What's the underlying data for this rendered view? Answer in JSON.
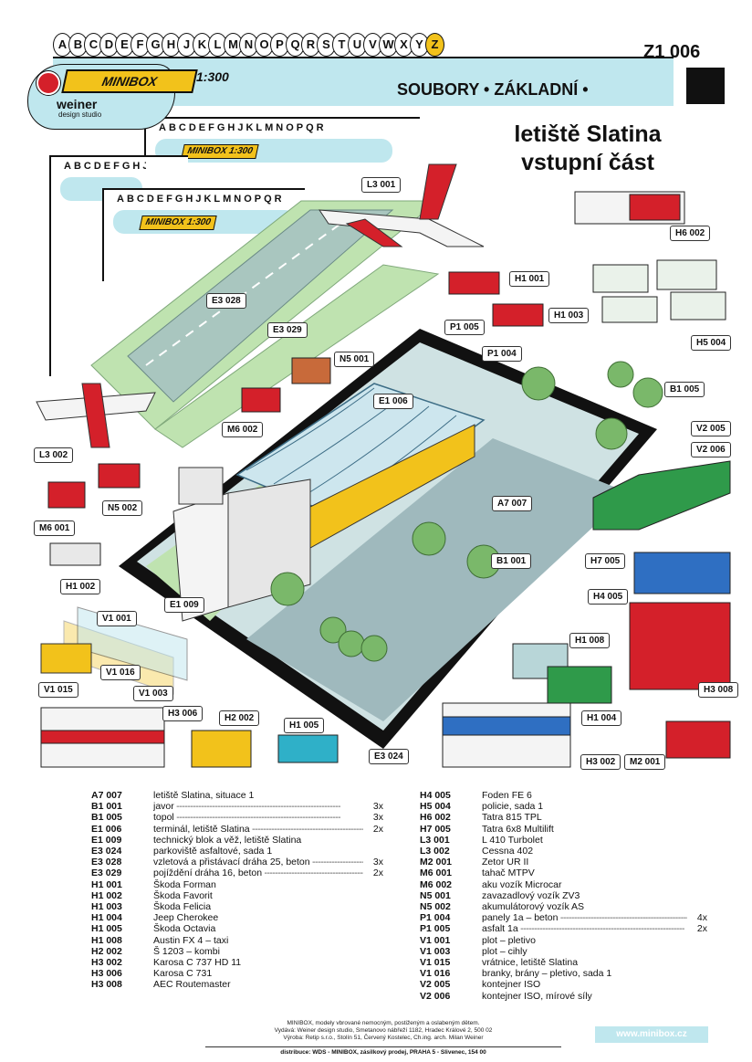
{
  "header": {
    "alphabet": [
      "A",
      "B",
      "C",
      "D",
      "E",
      "F",
      "G",
      "H",
      "J",
      "K",
      "L",
      "M",
      "N",
      "O",
      "P",
      "Q",
      "R",
      "S",
      "T",
      "U",
      "V",
      "W",
      "X",
      "Y",
      "Z"
    ],
    "brand": "MINIBOX",
    "scale": "1:300",
    "studio": "weiner",
    "studio_sub": "design studio",
    "series": "SOUBORY • ZÁKLADNÍ •",
    "code": "Z1 006"
  },
  "subsheets": {
    "alpha": "ABCDEFGHJKLMNOPQR",
    "brand": "MINIBOX 1:300"
  },
  "title": {
    "line1": "letiště Slatina",
    "line2": "vstupní část"
  },
  "tags": {
    "L3_001": "L3 001",
    "H6_002": "H6 002",
    "H1_001": "H1 001",
    "H1_003": "H1 003",
    "H5_004": "H5 004",
    "E3_028": "E3 028",
    "E3_029": "E3 029",
    "P1_005": "P1 005",
    "P1_004": "P1 004",
    "N5_001": "N5 001",
    "B1_005": "B1 005",
    "E1_006": "E1 006",
    "V2_005": "V2 005",
    "V2_006": "V2 006",
    "M6_002": "M6 002",
    "L3_002": "L3 002",
    "N5_002": "N5 002",
    "M6_001": "M6 001",
    "A7_007": "A7 007",
    "H7_005": "H7 005",
    "B1_001": "B1 001",
    "H1_002": "H1 002",
    "H4_005": "H4 005",
    "E1_009": "E1 009",
    "V1_001": "V1 001",
    "H1_008": "H1 008",
    "V1_016": "V1 016",
    "V1_015": "V1 015",
    "V1_003": "V1 003",
    "H3_008": "H3 008",
    "H1_004": "H1 004",
    "H3_006": "H3 006",
    "H2_002": "H2 002",
    "H1_005": "H1 005",
    "E3_024": "E3 024",
    "H3_002": "H3 002",
    "M2_001": "M2 001"
  },
  "list_left": [
    {
      "code": "A7 007",
      "name": "letiště Slatina, situace 1",
      "qty": ""
    },
    {
      "code": "B1 001",
      "name": "javor",
      "qty": "3x"
    },
    {
      "code": "B1 005",
      "name": "topol",
      "qty": "3x"
    },
    {
      "code": "E1 006",
      "name": "terminál, letiště Slatina",
      "qty": "2x"
    },
    {
      "code": "E1 009",
      "name": "technický blok a věž, letiště Slatina",
      "qty": ""
    },
    {
      "code": "E3 024",
      "name": "parkoviště asfaltové, sada 1",
      "qty": ""
    },
    {
      "code": "E3 028",
      "name": "vzletová a přistávací dráha 25, beton",
      "qty": "3x"
    },
    {
      "code": "E3 029",
      "name": "pojíždění dráha 16, beton",
      "qty": "2x"
    },
    {
      "code": "H1 001",
      "name": "Škoda Forman",
      "qty": ""
    },
    {
      "code": "H1 002",
      "name": "Škoda Favorit",
      "qty": ""
    },
    {
      "code": "H1 003",
      "name": "Škoda Felicia",
      "qty": ""
    },
    {
      "code": "H1 004",
      "name": "Jeep  Cherokee",
      "qty": ""
    },
    {
      "code": "H1 005",
      "name": "Škoda Octavia",
      "qty": ""
    },
    {
      "code": "H1 008",
      "name": "Austin FX 4 – taxi",
      "qty": ""
    },
    {
      "code": "H2 002",
      "name": "Š 1203 – kombi",
      "qty": ""
    },
    {
      "code": "H3 002",
      "name": "Karosa C 737 HD 11",
      "qty": ""
    },
    {
      "code": "H3 006",
      "name": "Karosa C 731",
      "qty": ""
    },
    {
      "code": "H3 008",
      "name": "AEC Routemaster",
      "qty": ""
    }
  ],
  "list_right": [
    {
      "code": "H4 005",
      "name": "Foden FE 6",
      "qty": ""
    },
    {
      "code": "H5 004",
      "name": "policie, sada 1",
      "qty": ""
    },
    {
      "code": "H6 002",
      "name": "Tatra 815 TPL",
      "qty": ""
    },
    {
      "code": "H7 005",
      "name": "Tatra 6x8 Multilift",
      "qty": ""
    },
    {
      "code": "L3 001",
      "name": "L 410 Turbolet",
      "qty": ""
    },
    {
      "code": "L3 002",
      "name": "Cessna 402",
      "qty": ""
    },
    {
      "code": "M2 001",
      "name": "Zetor UR II",
      "qty": ""
    },
    {
      "code": "M6 001",
      "name": "tahač MTPV",
      "qty": ""
    },
    {
      "code": "M6 002",
      "name": "aku vozík Microcar",
      "qty": ""
    },
    {
      "code": "N5 001",
      "name": "zavazadlový vozík ZV3",
      "qty": ""
    },
    {
      "code": "N5 002",
      "name": "akumulátorový vozík AS",
      "qty": ""
    },
    {
      "code": "P1 004",
      "name": "panely 1a – beton",
      "qty": "4x"
    },
    {
      "code": "P1 005",
      "name": "asfalt 1a",
      "qty": "2x"
    },
    {
      "code": "V1 001",
      "name": "plot – pletivo",
      "qty": ""
    },
    {
      "code": "V1 003",
      "name": "plot – cihly",
      "qty": ""
    },
    {
      "code": "V1 015",
      "name": "vrátnice, letiště Slatina",
      "qty": ""
    },
    {
      "code": "V1 016",
      "name": "branky, brány – pletivo, sada 1",
      "qty": ""
    },
    {
      "code": "V2 005",
      "name": "kontejner ISO",
      "qty": ""
    },
    {
      "code": "V2 006",
      "name": "kontejner ISO, mírové síly",
      "qty": ""
    }
  ],
  "footer": {
    "line1": "MINIBOX, modely vbrované nemocným, postiženým a oslabeným dětem.",
    "line2": "Vydává: Weiner design studio, Smetanovo nábřeží 1182, Hradec Králové 2, 500 02",
    "line3": "Výroba: Retip s.r.o., Stolín 51, Červený Kostelec, Ch.ing. arch. Milan Weiner",
    "distribution": "distribuce: WDS - MINIBOX, zásilkový prodej, PRAHA 5 - Slivenec, 154 00",
    "url": "www.minibox.cz"
  },
  "colors": {
    "cyan": "#bfe7ee",
    "yellow": "#f2c21b",
    "red": "#d4202a",
    "grass": "#bfe3b0",
    "asphalt": "#9fb9bd"
  }
}
